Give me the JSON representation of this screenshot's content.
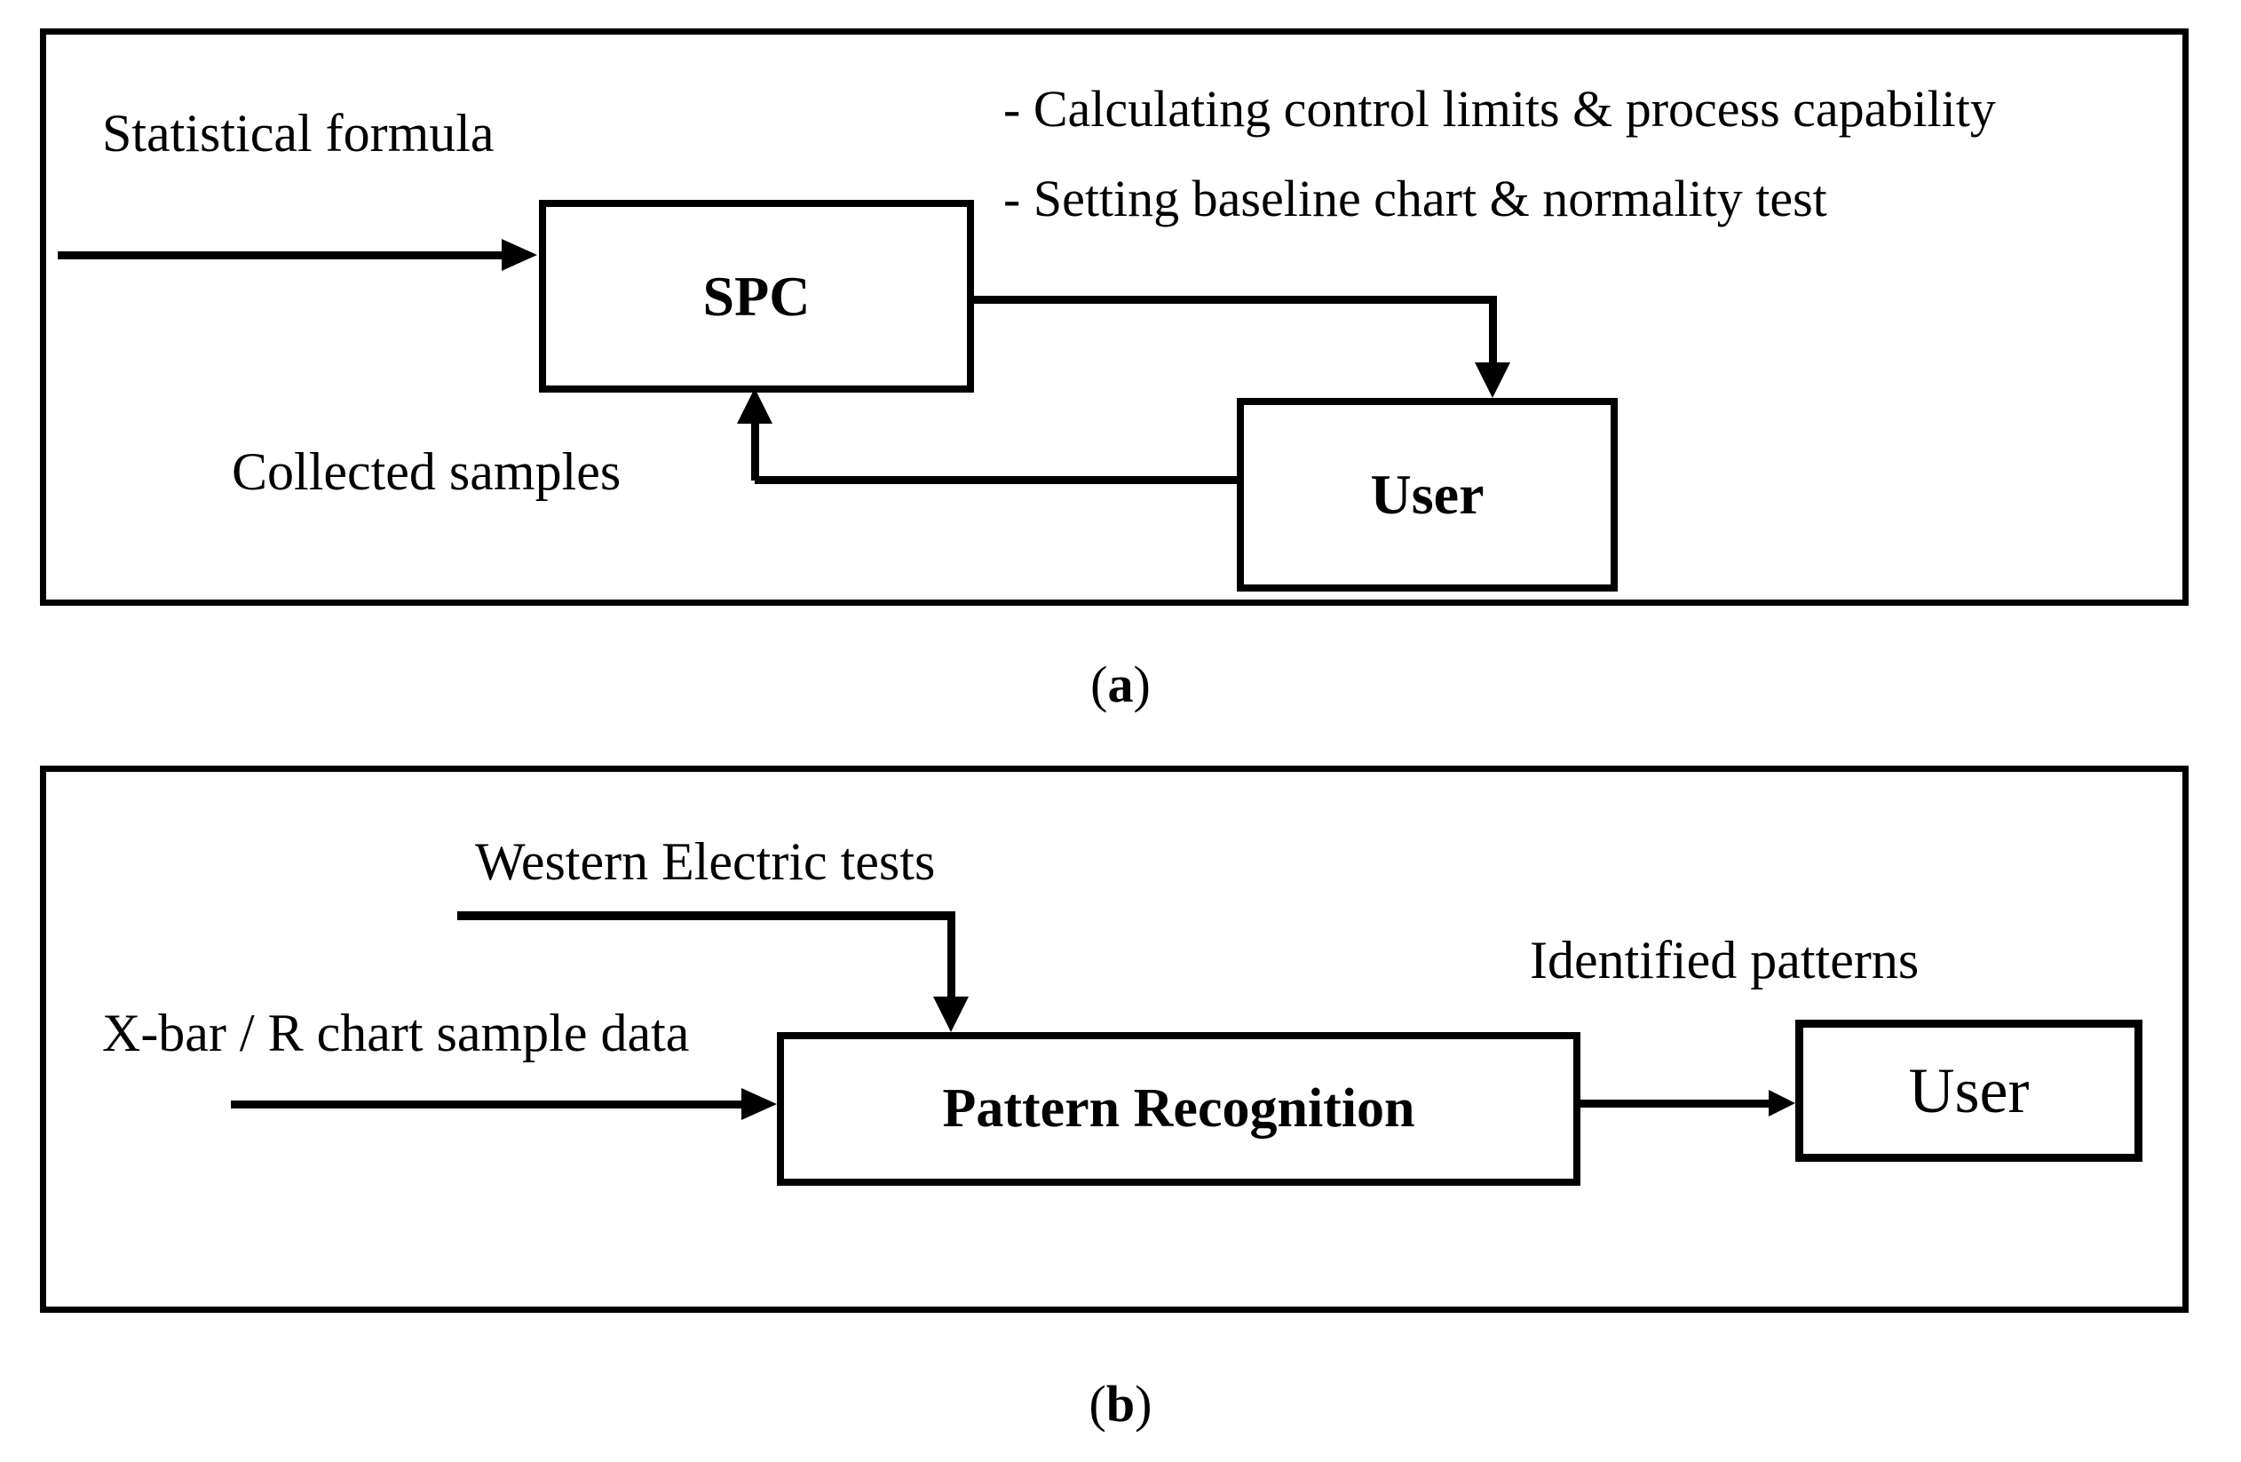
{
  "colors": {
    "ink": "#000000",
    "background": "#ffffff"
  },
  "panel_a": {
    "statistical_formula_label": "Statistical formula",
    "notes": [
      "- Calculating control limits & process capability",
      "- Setting baseline chart & normality test"
    ],
    "spc_label": "SPC",
    "user_label": "User",
    "collected_samples_label": "Collected samples",
    "caption_open": "(",
    "caption_letter": "a",
    "caption_close": ")"
  },
  "panel_b": {
    "western_electric_label": "Western Electric tests",
    "xbar_label": "X-bar / R chart sample data",
    "pattern_recognition_label": "Pattern Recognition",
    "identified_patterns_label": "Identified patterns",
    "user_label": "User",
    "caption_open": "(",
    "caption_letter": "b",
    "caption_close": ")"
  }
}
